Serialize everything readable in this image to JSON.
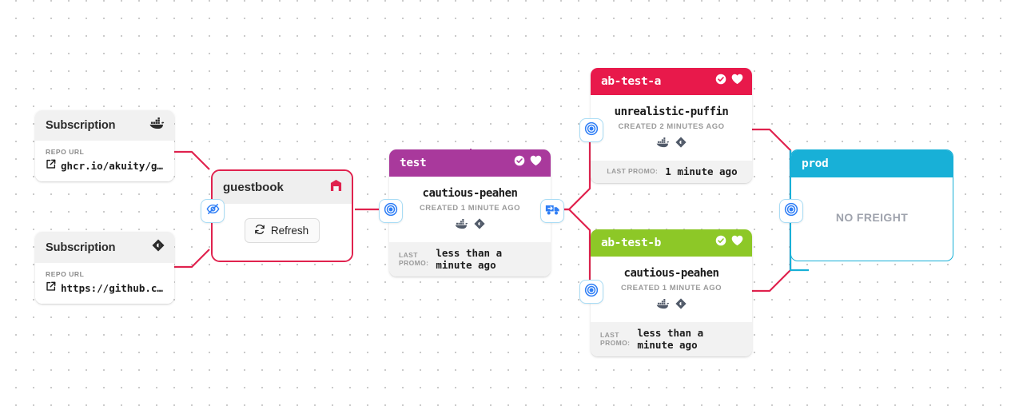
{
  "canvas": {
    "background_dots": "#b8b8b8",
    "edge_color_default": "#e0224e",
    "edge_color_prod": "#18b0d7"
  },
  "subscriptions": [
    {
      "title": "Subscription",
      "icon": "docker-icon",
      "label": "REPO URL",
      "url": "ghcr.io/akuity/g…"
    },
    {
      "title": "Subscription",
      "icon": "git-icon",
      "label": "REPO URL",
      "url": "https://github.c…"
    }
  ],
  "warehouse": {
    "title": "guestbook",
    "icon": "warehouse-icon",
    "icon_color": "#e0224e",
    "refresh_label": "Refresh",
    "refresh_icon": "refresh-icon",
    "border_color": "#e0224e"
  },
  "stages": [
    {
      "id": "test",
      "name": "test",
      "color": "#a9399c",
      "icons": [
        "check-circle-icon",
        "heart-icon"
      ],
      "freight_name": "cautious-peahen",
      "created": "CREATED 1 MINUTE AGO",
      "artifact_icons": [
        "docker-icon",
        "git-icon"
      ],
      "promo_label": "LAST PROMO:",
      "promo_value": "less than a minute ago",
      "promo_multiline": true
    },
    {
      "id": "ab-test-a",
      "name": "ab-test-a",
      "color": "#e8194b",
      "icons": [
        "check-circle-icon",
        "heart-icon"
      ],
      "freight_name": "unrealistic-puffin",
      "created": "CREATED 2 MINUTES AGO",
      "artifact_icons": [
        "docker-icon",
        "git-icon"
      ],
      "promo_label": "LAST PROMO:",
      "promo_value": "1 minute ago",
      "promo_multiline": false
    },
    {
      "id": "ab-test-b",
      "name": "ab-test-b",
      "color": "#8dc827",
      "icons": [
        "check-circle-icon",
        "heart-icon"
      ],
      "freight_name": "cautious-peahen",
      "created": "CREATED 1 MINUTE AGO",
      "artifact_icons": [
        "docker-icon",
        "git-icon"
      ],
      "promo_label": "LAST PROMO:",
      "promo_value": "less than a minute ago",
      "promo_multiline": true
    },
    {
      "id": "prod",
      "name": "prod",
      "color": "#18b0d7",
      "icons": [],
      "empty_text": "NO FREIGHT"
    }
  ],
  "handles": [
    {
      "id": "warehouse-hide",
      "icon": "eye-off-icon"
    },
    {
      "id": "test-target",
      "icon": "target-icon"
    },
    {
      "id": "test-promote",
      "icon": "truck-icon"
    },
    {
      "id": "ab-test-a-target",
      "icon": "target-icon"
    },
    {
      "id": "ab-test-b-target",
      "icon": "target-icon"
    },
    {
      "id": "prod-target",
      "icon": "target-icon"
    }
  ]
}
